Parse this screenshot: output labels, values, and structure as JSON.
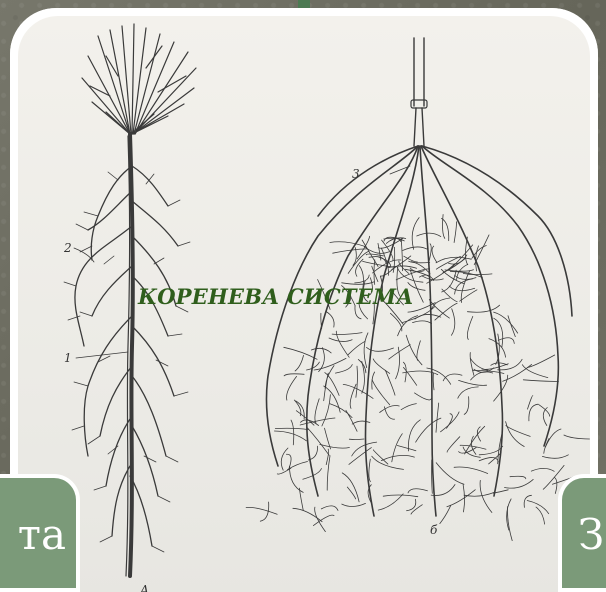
{
  "slide": {
    "overlay_title": "КОРЕНЕВА СИСТЕМА",
    "left_tab_text": "та",
    "right_tab_text": "З"
  },
  "illustration": {
    "labels": {
      "taproot_label_1": "1",
      "taproot_label_2": "2",
      "taproot_label_a": "А",
      "fibrous_label_3": "3",
      "fibrous_label_b": "б"
    }
  },
  "colors": {
    "background": "#6f6f63",
    "tab_fill": "#7b9a79",
    "title_text": "#2f5e1c",
    "frame": "#ffffff"
  }
}
